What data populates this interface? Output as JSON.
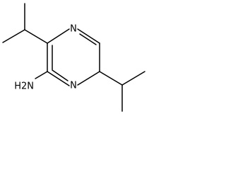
{
  "molecule": {
    "atoms": {
      "n_top": "N",
      "n_bottom": "N",
      "amine": "H2N"
    }
  }
}
